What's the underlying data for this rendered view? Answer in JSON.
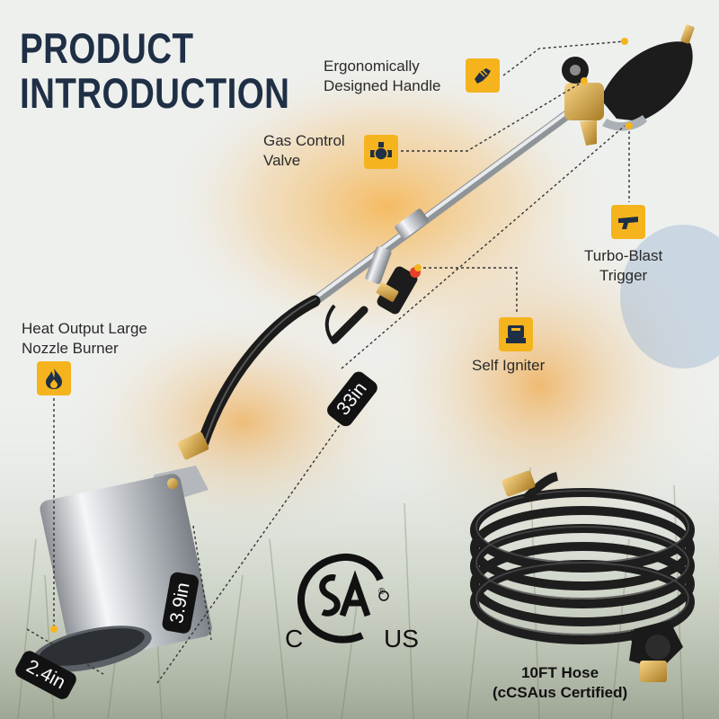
{
  "header": {
    "title_line1": "PRODUCT",
    "title_line2": "INTRODUCTION"
  },
  "features": {
    "handle": {
      "line1": "Ergonomically",
      "line2": "Designed Handle",
      "icon": "handle-grip-icon"
    },
    "valve": {
      "line1": "Gas Control",
      "line2": "Valve",
      "icon": "gas-valve-icon"
    },
    "trigger": {
      "line1": "Turbo-Blast",
      "line2": "Trigger",
      "icon": "trigger-icon"
    },
    "igniter": {
      "line1": "Self Igniter",
      "icon": "igniter-icon"
    },
    "burner": {
      "line1": "Heat Output Large",
      "line2": "Nozzle Burner",
      "icon": "flame-icon"
    }
  },
  "dimensions": {
    "length": "33in",
    "nozzle_length": "3.9in",
    "nozzle_diameter": "2.4in"
  },
  "certification": {
    "left": "C",
    "right": "US",
    "registered": "®"
  },
  "hose": {
    "line1": "10FT Hose",
    "line2": "(cCSAus Certified)"
  },
  "colors": {
    "accent": "#f5b41e",
    "title": "#1f2f45",
    "badge": "#121212"
  }
}
